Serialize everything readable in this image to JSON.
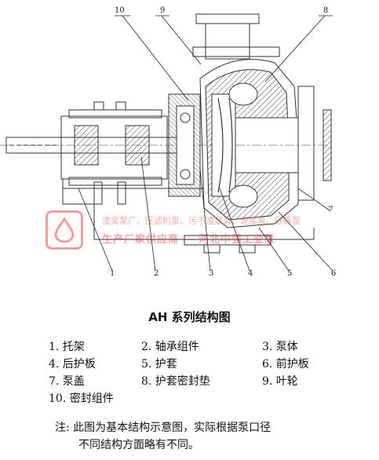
{
  "callouts": {
    "top": [
      "10",
      "9",
      "8"
    ],
    "bottom": [
      "1",
      "2",
      "3",
      "4",
      "5",
      "6"
    ],
    "right": "7"
  },
  "watermark": {
    "line1": "渣浆泵厂、压滤机泵、污下渣浆泵、泥浆泵、砂砾泵",
    "line2": "生产厂家供应商 — 河北中强工业泵"
  },
  "title": "AH 系列结构图",
  "legend": [
    "1. 托架",
    "2. 轴承组件",
    "3. 泵体",
    "4. 后护板",
    "5. 护套",
    "6. 前护板",
    "7. 泵盖",
    "8. 护套密封垫",
    "9. 叶轮",
    "10. 密封组件"
  ],
  "note": {
    "line1": "注:  此图为基本结构示意图，实际根据泵口径",
    "line2": "不同结构方面略有不同。"
  },
  "colors": {
    "line": "#333333",
    "hatch": "#555555",
    "watermark": "#d73c3c"
  }
}
